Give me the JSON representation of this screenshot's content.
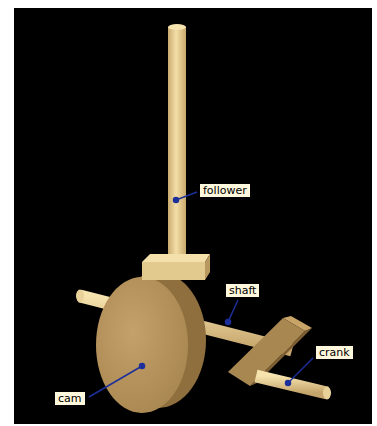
{
  "diagram": {
    "labels": [
      "follower",
      "shaft",
      "crank",
      "cam"
    ]
  }
}
